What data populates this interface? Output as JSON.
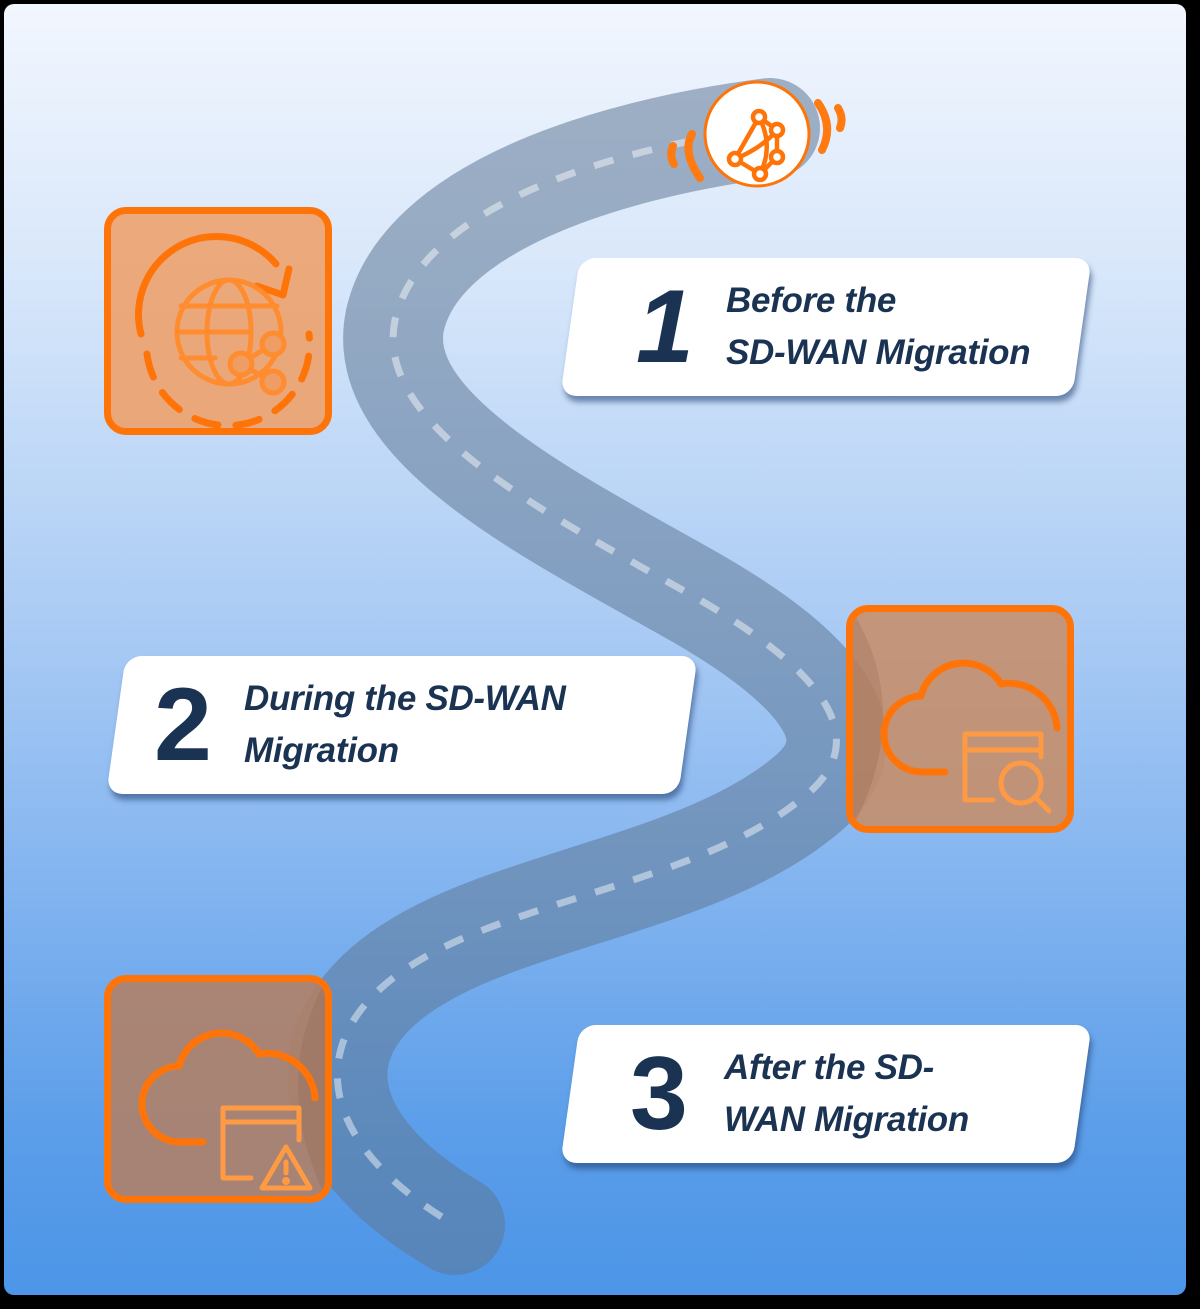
{
  "diagram": {
    "type": "roadmap",
    "theme": {
      "background_top": "#f2f6fe",
      "background_bottom": "#4c95e8",
      "accent_orange": "#ff7408",
      "text_navy": "#1b3352",
      "road_color": "#7a8ea8"
    },
    "start_marker": {
      "icon": "network-graph-icon",
      "signal": "broadcast-waves-icon"
    },
    "steps": [
      {
        "number": "1",
        "line1": "Before the",
        "line2": "SD-WAN Migration",
        "icon": "globe-refresh-share-icon"
      },
      {
        "number": "2",
        "line1": "During the SD-WAN",
        "line2": "Migration",
        "icon": "cloud-window-search-icon"
      },
      {
        "number": "3",
        "line1": "After the SD-",
        "line2": "WAN Migration",
        "icon": "cloud-window-warning-icon"
      }
    ]
  }
}
